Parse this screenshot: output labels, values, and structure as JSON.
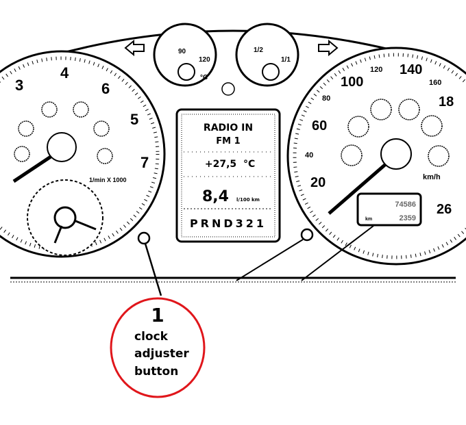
{
  "tachometer": {
    "numbers": [
      "3",
      "4",
      "6",
      "5",
      "7"
    ],
    "unit": "1/min X 1000"
  },
  "temp_gauge": {
    "mid": "90",
    "max": "120",
    "unit": "°C"
  },
  "fuel_gauge": {
    "half": "1/2",
    "full": "1/1"
  },
  "display": {
    "line1": "RADIO IN",
    "line2": "FM 1",
    "temperature": "+27,5",
    "temp_unit": "°C",
    "consumption": "8,4",
    "consumption_unit": "l/100 km",
    "gears": "PRND321"
  },
  "speedometer": {
    "numbers": [
      "20",
      "40",
      "60",
      "80",
      "100",
      "120",
      "140",
      "160",
      "18",
      "26"
    ],
    "unit": "km/h"
  },
  "odometer": {
    "line1": "74586",
    "line2": "2359",
    "label": "km"
  },
  "annotation": {
    "number": "1",
    "line1": "clock",
    "line2": "adjuster",
    "line3": "button",
    "color": "#e0161b"
  }
}
